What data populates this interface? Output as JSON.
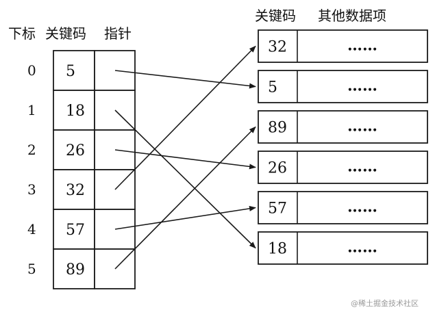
{
  "headers": {
    "index": "下标",
    "key_left": "关键码",
    "pointer": "指针",
    "key_right": "关键码",
    "other": "其他数据项"
  },
  "index_table": [
    {
      "index": "0",
      "key": "5"
    },
    {
      "index": "1",
      "key": "18"
    },
    {
      "index": "2",
      "key": "26"
    },
    {
      "index": "3",
      "key": "32"
    },
    {
      "index": "4",
      "key": "57"
    },
    {
      "index": "5",
      "key": "89"
    }
  ],
  "records": [
    {
      "key": "32",
      "other": "……"
    },
    {
      "key": "5",
      "other": "……"
    },
    {
      "key": "89",
      "other": "……"
    },
    {
      "key": "26",
      "other": "……"
    },
    {
      "key": "57",
      "other": "……"
    },
    {
      "key": "18",
      "other": "……"
    }
  ],
  "pointers": [
    {
      "from_index": 0,
      "to_record": 1
    },
    {
      "from_index": 1,
      "to_record": 5
    },
    {
      "from_index": 2,
      "to_record": 3
    },
    {
      "from_index": 3,
      "to_record": 0
    },
    {
      "from_index": 4,
      "to_record": 4
    },
    {
      "from_index": 5,
      "to_record": 2
    }
  ],
  "watermark": "@稀土掘金技术社区",
  "colors": {
    "ink": "#1a1a1a",
    "watermark": "#9a9a9a",
    "background": "#ffffff"
  }
}
